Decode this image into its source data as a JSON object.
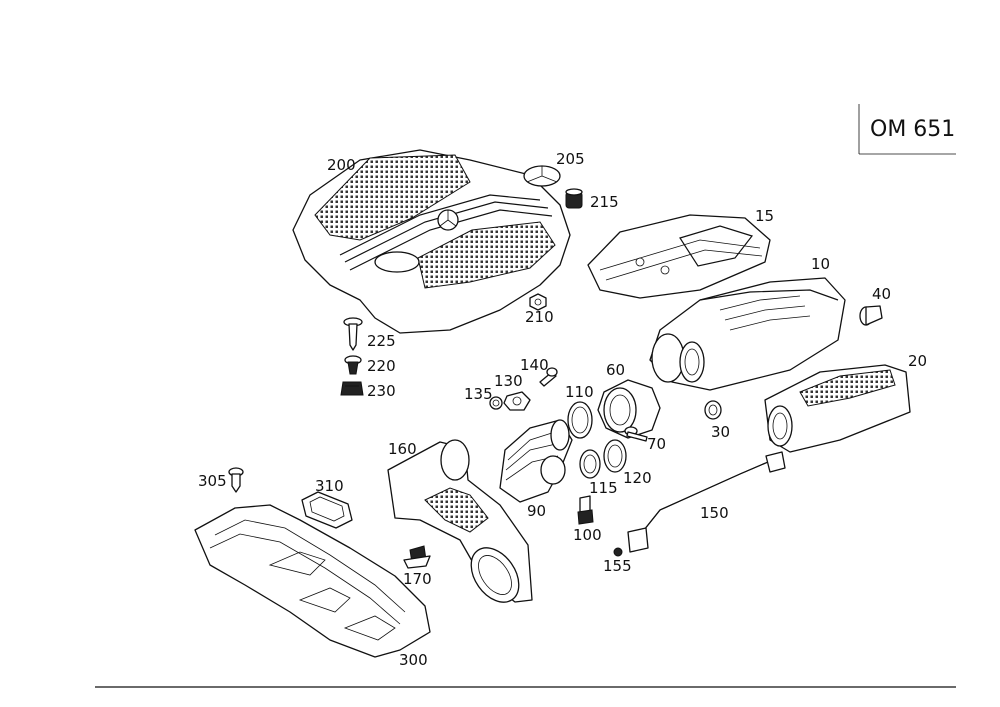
{
  "engine_code": "OM 651",
  "colors": {
    "ink": "#111111",
    "background": "#ffffff"
  },
  "callouts": {
    "p10": "10",
    "p15": "15",
    "p20": "20",
    "p30": "30",
    "p40": "40",
    "p60": "60",
    "p70": "70",
    "p90": "90",
    "p100": "100",
    "p110": "110",
    "p115": "115",
    "p120": "120",
    "p130": "130",
    "p135": "135",
    "p140": "140",
    "p150": "150",
    "p155": "155",
    "p160": "160",
    "p170": "170",
    "p200": "200",
    "p205": "205",
    "p210": "210",
    "p215": "215",
    "p220": "220",
    "p225": "225",
    "p230": "230",
    "p300": "300",
    "p305": "305",
    "p310": "310"
  }
}
